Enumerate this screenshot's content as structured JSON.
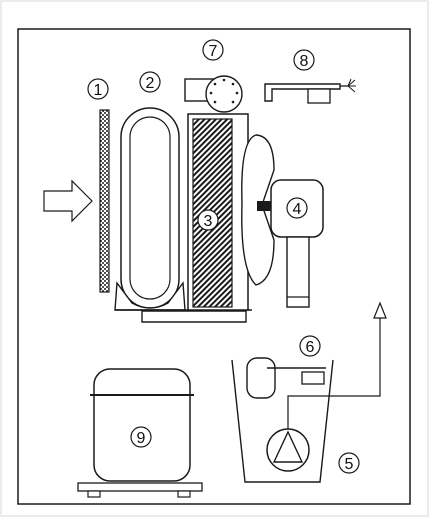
{
  "labels": {
    "n1": "1",
    "n2": "2",
    "n3": "3",
    "n4": "4",
    "n5": "5",
    "n6": "6",
    "n7": "7",
    "n8": "8",
    "n9": "9"
  },
  "colors": {
    "stroke": "#1a1a1a",
    "background": "#ffffff",
    "page_border": "#d8d8d8"
  }
}
